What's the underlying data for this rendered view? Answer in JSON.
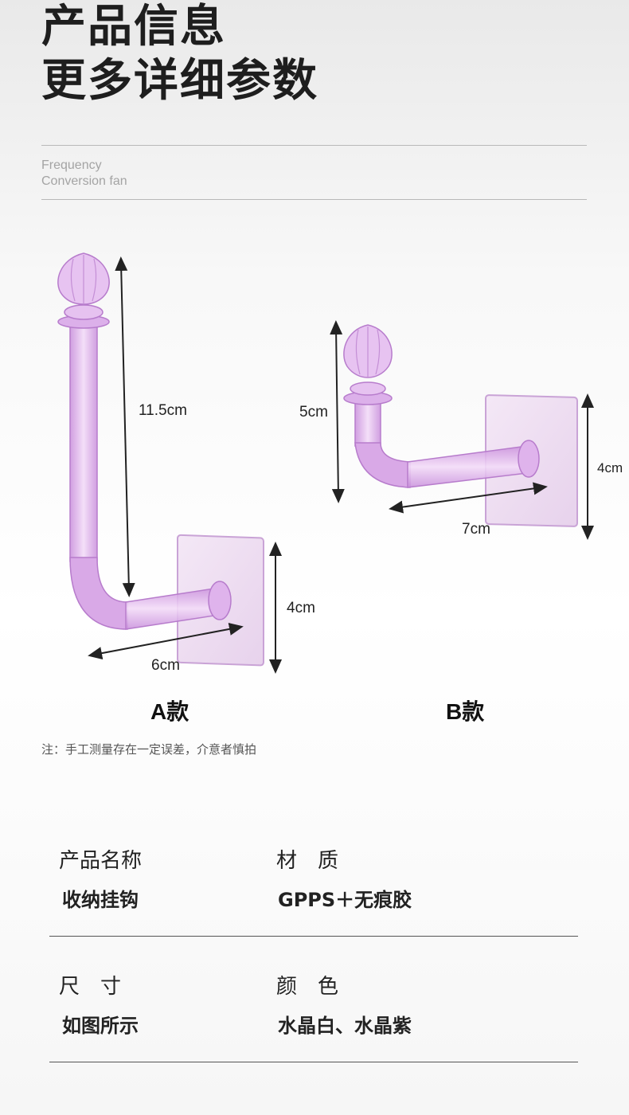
{
  "header": {
    "title_line1": "产品信息",
    "title_line2": "更多详细参数",
    "subtitle_line1": "Frequency",
    "subtitle_line2": "Conversion fan"
  },
  "diagram": {
    "variant_a": {
      "label": "A款",
      "height": "11.5cm",
      "length": "6cm",
      "plate": "4cm"
    },
    "variant_b": {
      "label": "B款",
      "height": "5cm",
      "length": "7cm",
      "plate": "4cm"
    }
  },
  "note": "注：手工测量存在一定误差，介意者慎拍",
  "specs": {
    "name_label": "产品名称",
    "name_value": "收纳挂钩",
    "material_label": "材　质",
    "material_value": "GPPS＋无痕胶",
    "size_label": "尺　寸",
    "size_value": "如图所示",
    "color_label": "颜　色",
    "color_value": "水晶白、水晶紫"
  },
  "colors": {
    "hook_purple": "#d8a8e6",
    "hook_edge": "#b77ccc",
    "plate": "#eedcf2"
  }
}
